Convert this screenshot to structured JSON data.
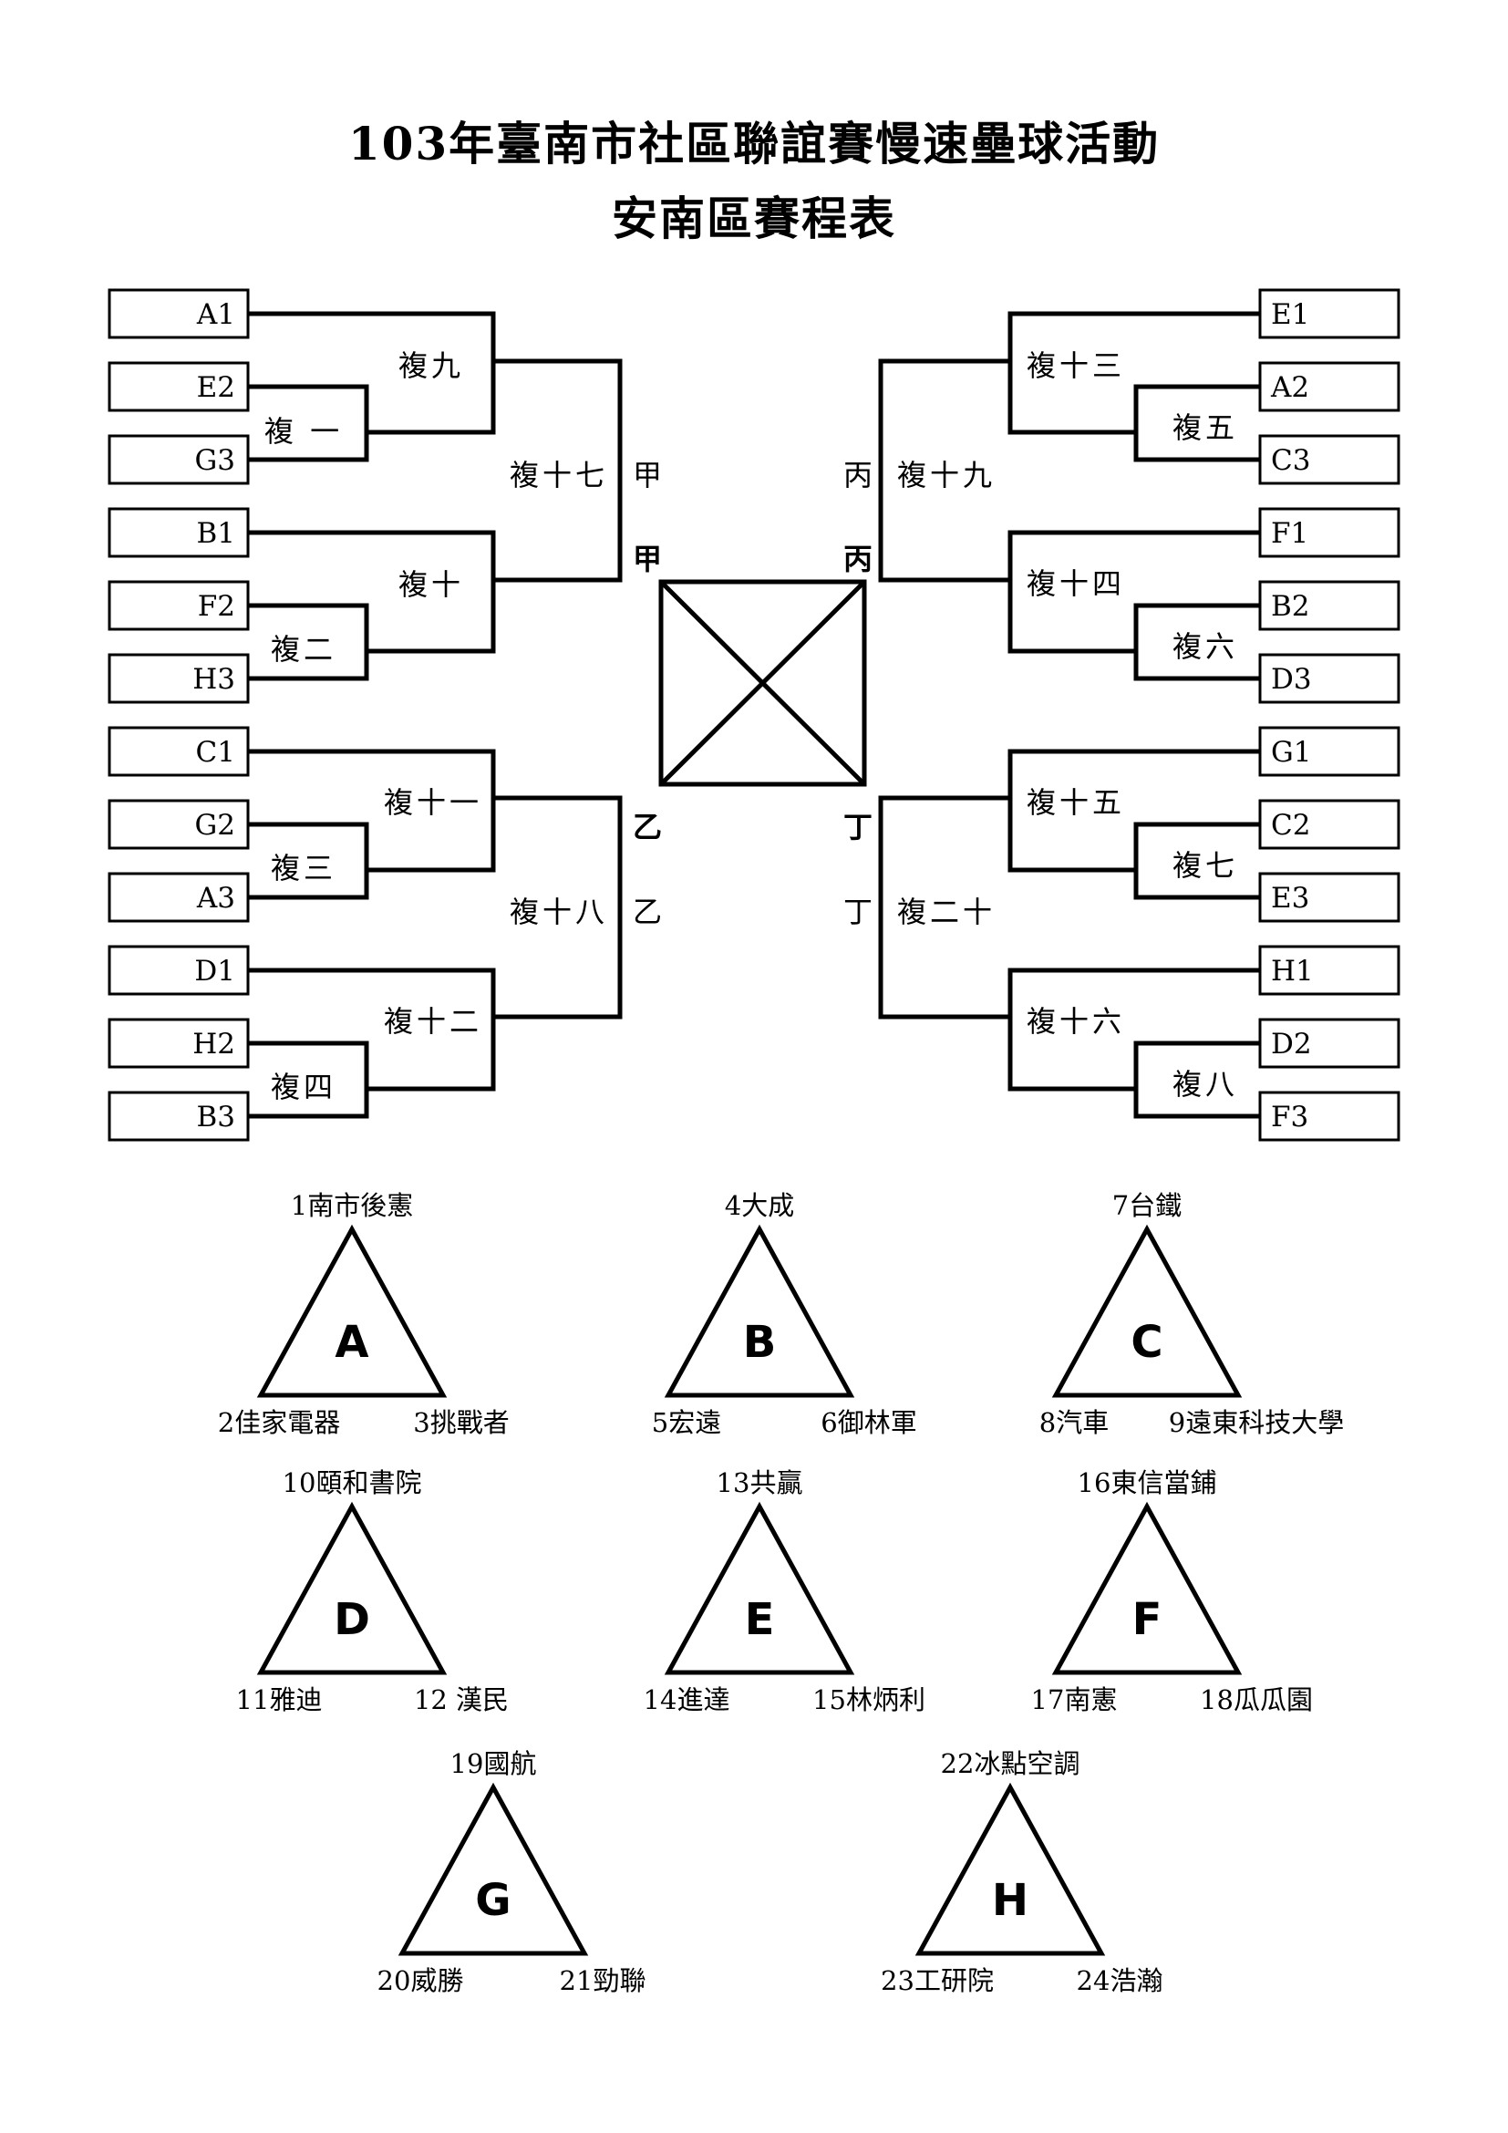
{
  "title": {
    "line1": "103年臺南市社區聯誼賽慢速壘球活動",
    "line2": "安南區賽程表"
  },
  "bracket": {
    "left_slots": [
      "A1",
      "E2",
      "G3",
      "B1",
      "F2",
      "H3",
      "C1",
      "G2",
      "A3",
      "D1",
      "H2",
      "B3"
    ],
    "right_slots": [
      "E1",
      "A2",
      "C3",
      "F1",
      "B2",
      "D3",
      "G1",
      "C2",
      "E3",
      "H1",
      "D2",
      "F3"
    ],
    "left_matches": {
      "m1": "複 一",
      "m2": "複二",
      "m3": "複三",
      "m4": "複四",
      "m9": "複九",
      "m10": "複十",
      "m11": "複十一",
      "m12": "複十二",
      "m17": "複十七",
      "m18": "複十八"
    },
    "right_matches": {
      "m5": "複五",
      "m6": "複六",
      "m7": "複七",
      "m8": "複八",
      "m13": "複十三",
      "m14": "複十四",
      "m15": "複十五",
      "m16": "複十六",
      "m19": "複十九",
      "m20": "複二十"
    },
    "regions": {
      "jia": "甲",
      "yi": "乙",
      "bing": "丙",
      "ding": "丁"
    }
  },
  "groups": [
    {
      "letter": "A",
      "top": "1南市後憲",
      "left": "2佳家電器",
      "right": "3挑戰者"
    },
    {
      "letter": "B",
      "top": "4大成",
      "left": "5宏遠",
      "right": "6御林軍"
    },
    {
      "letter": "C",
      "top": "7台鐵",
      "left": "8汽車",
      "right": "9遠東科技大學"
    },
    {
      "letter": "D",
      "top": "10頤和書院",
      "left": "11雅迪",
      "right": "12 漢民"
    },
    {
      "letter": "E",
      "top": "13共贏",
      "left": "14進達",
      "right": "15林炳利"
    },
    {
      "letter": "F",
      "top": "16東信當鋪",
      "left": "17南憲",
      "right": "18瓜瓜園"
    },
    {
      "letter": "G",
      "top": "19國航",
      "left": "20威勝",
      "right": "21勁聯"
    },
    {
      "letter": "H",
      "top": "22冰點空調",
      "left": "23工研院",
      "right": "24浩瀚"
    }
  ]
}
